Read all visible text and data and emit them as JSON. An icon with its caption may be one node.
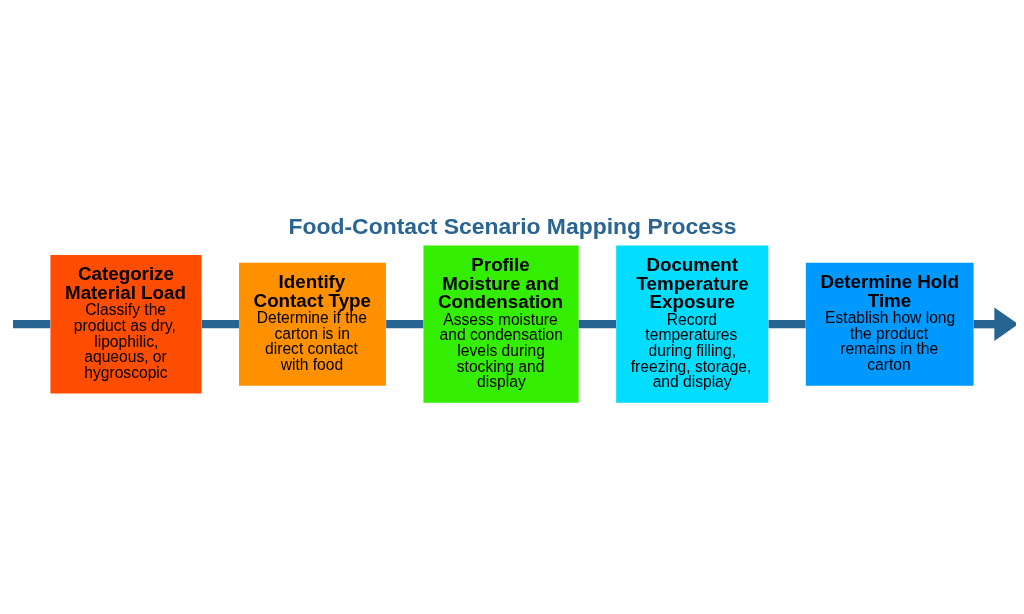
{
  "diagram": {
    "title": "Food-Contact Scenario Mapping Process",
    "nodes": [
      {
        "text": [
          "Categorize Material Load",
          "Classify the product as dry, lipophilic, aqueous, or hygroscopic"
        ]
      },
      {
        "text": [
          "Identify Contact Type",
          "Determine if the carton is in direct contact with food"
        ]
      },
      {
        "text": [
          "Profile Moisture and Condensation",
          "Assess moisture and condensation levels during stocking and display"
        ]
      },
      {
        "text": [
          "Document Temperature Exposure",
          "Record temperatures during filling, freezing, storage, and display"
        ]
      },
      {
        "text": [
          "Determine Hold Time",
          "Establish how long the product remains in the carton"
        ]
      }
    ],
    "edges": [
      {
        "from": null,
        "to": 0,
        "arrow": "none"
      },
      {
        "from": 0,
        "to": 1,
        "arrow": "none"
      },
      {
        "from": 1,
        "to": 2,
        "arrow": "none"
      },
      {
        "from": 2,
        "to": 3,
        "arrow": "none"
      },
      {
        "from": 3,
        "to": 4,
        "arrow": "none"
      },
      {
        "from": 4,
        "to": null,
        "arrow": "to"
      }
    ]
  }
}
